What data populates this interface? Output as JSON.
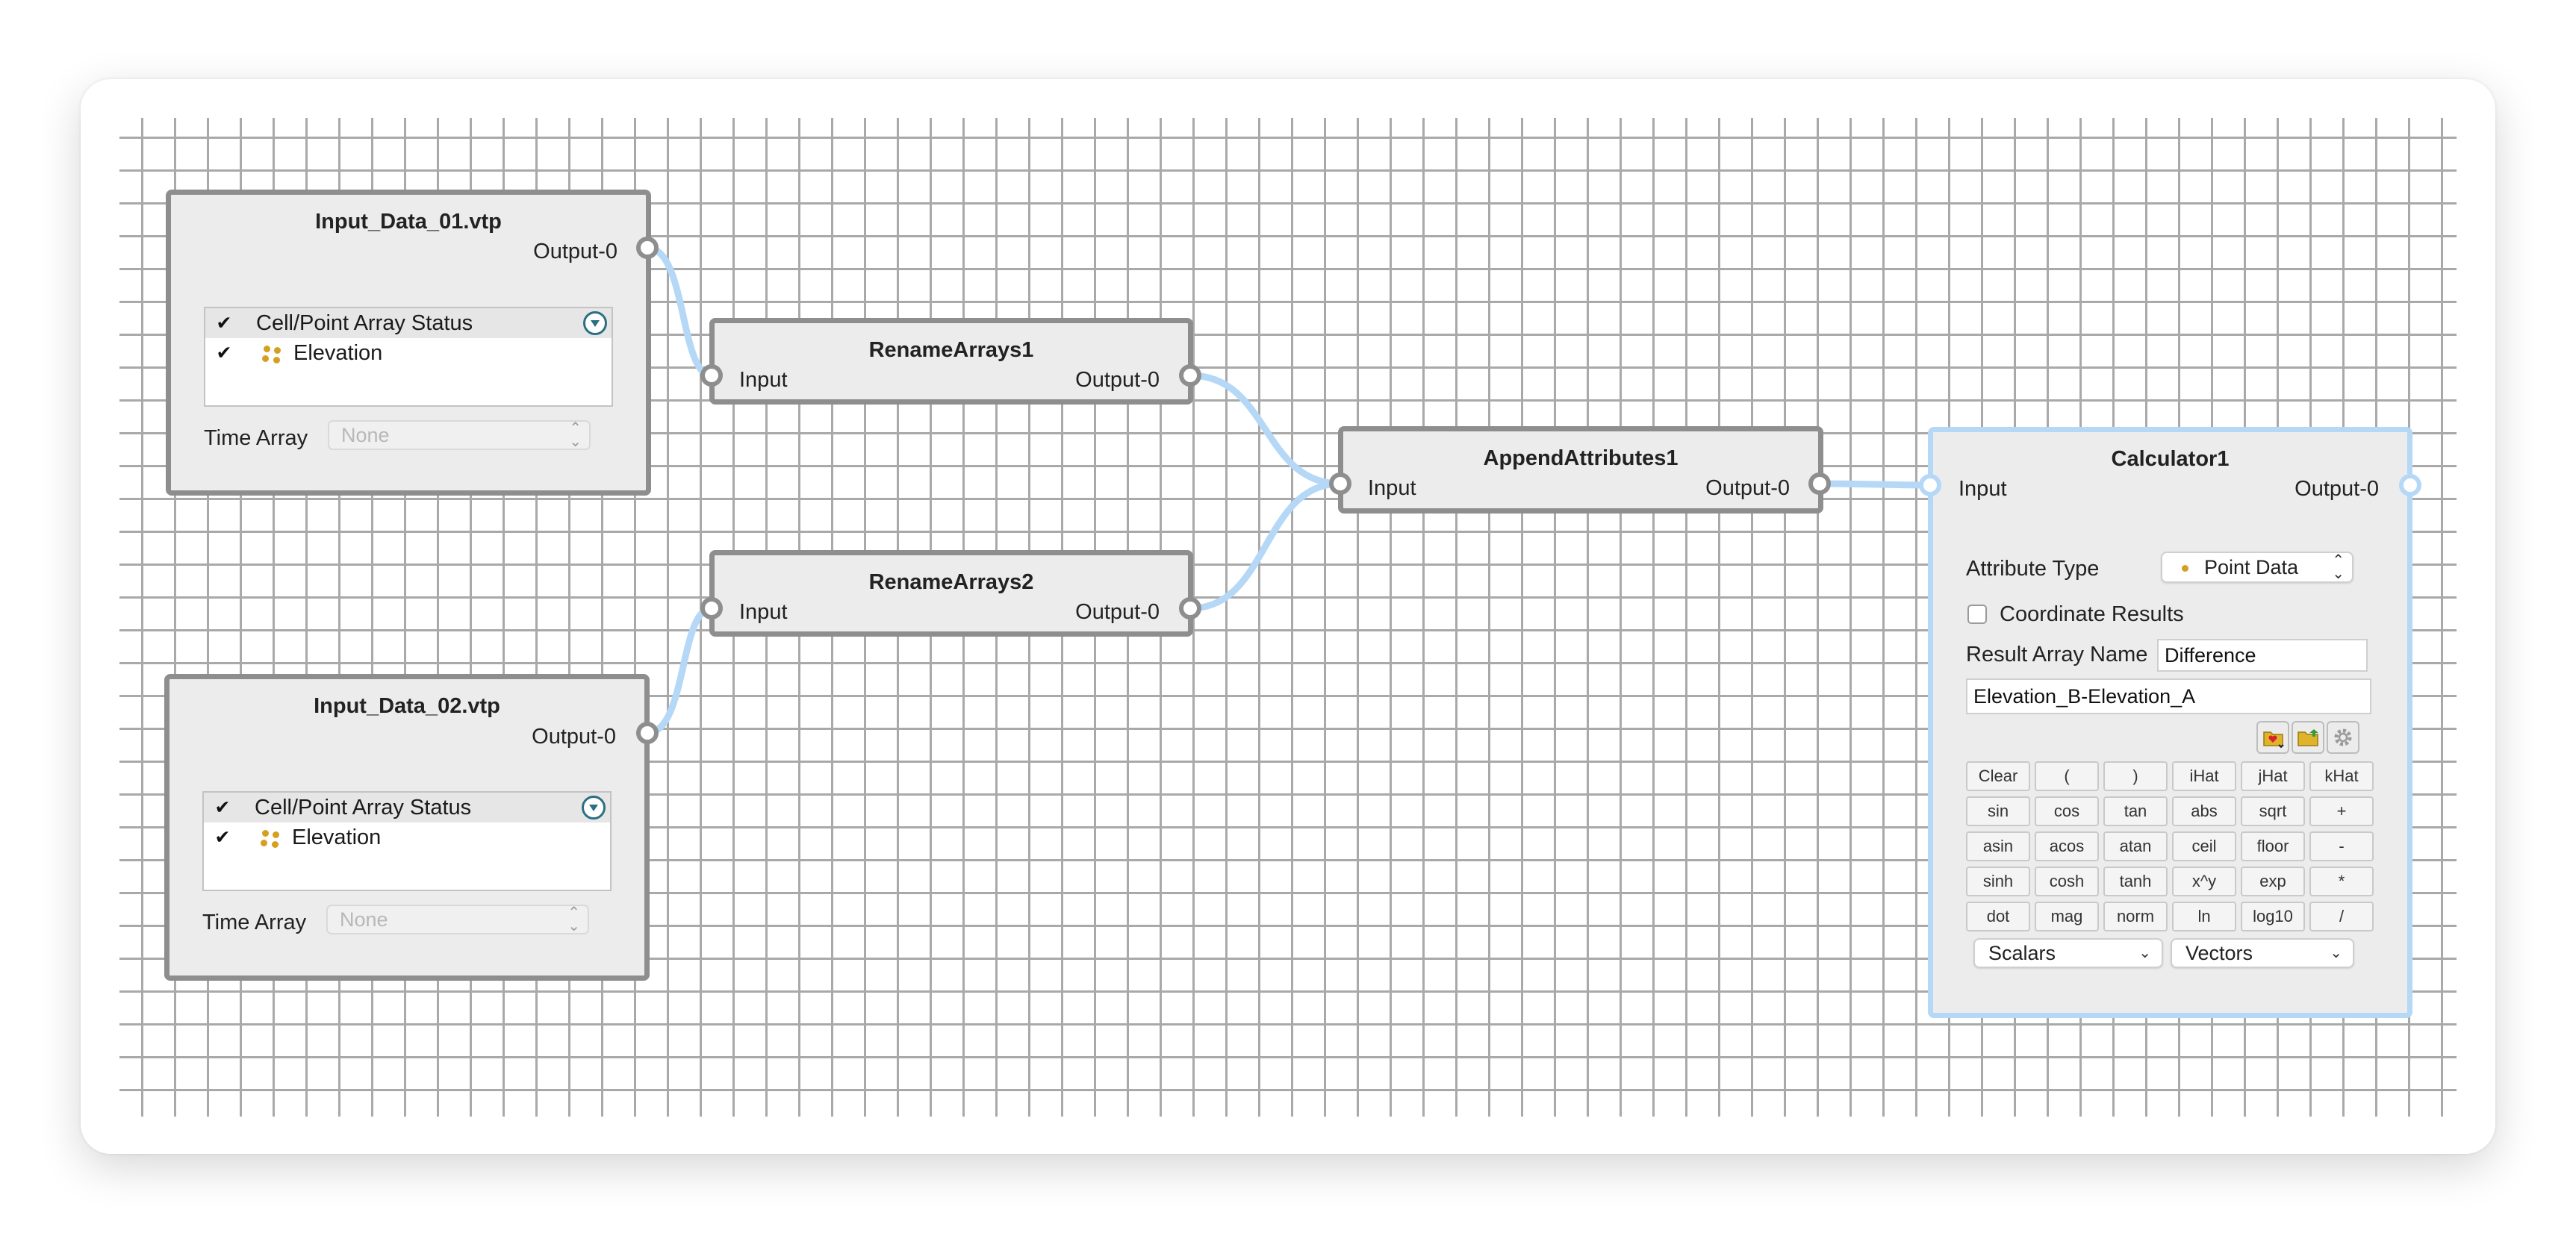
{
  "theme": {
    "node_border": "#8e8e8e",
    "selected_border": "#b5d8f7",
    "wire": "#b5d8f7",
    "grid": "#a9a9a9",
    "point_icon": "#d4a020"
  },
  "nodes": {
    "input1": {
      "title": "Input_Data_01.vtp",
      "output": "Output-0",
      "array_header": "Cell/Point Array Status",
      "array_item": "Elevation",
      "time_label": "Time Array",
      "time_value": "None"
    },
    "input2": {
      "title": "Input_Data_02.vtp",
      "output": "Output-0",
      "array_header": "Cell/Point Array Status",
      "array_item": "Elevation",
      "time_label": "Time Array",
      "time_value": "None"
    },
    "rename1": {
      "title": "RenameArrays1",
      "input": "Input",
      "output": "Output-0"
    },
    "rename2": {
      "title": "RenameArrays2",
      "input": "Input",
      "output": "Output-0"
    },
    "append": {
      "title": "AppendAttributes1",
      "input": "Input",
      "output": "Output-0"
    },
    "calculator": {
      "title": "Calculator1",
      "input": "Input",
      "output": "Output-0",
      "attribute_type_label": "Attribute Type",
      "attribute_type_value": "Point Data",
      "coordinate_results_label": "Coordinate Results",
      "coordinate_results_checked": false,
      "result_array_label": "Result Array Name",
      "result_array_value": "Difference",
      "expression": "Elevation_B-Elevation_A",
      "tools": [
        {
          "icon": "favorites-icon"
        },
        {
          "icon": "folder-icon"
        },
        {
          "icon": "gear-icon"
        }
      ],
      "buttons": [
        [
          "Clear",
          "(",
          ")",
          "iHat",
          "jHat",
          "kHat"
        ],
        [
          "sin",
          "cos",
          "tan",
          "abs",
          "sqrt",
          "+"
        ],
        [
          "asin",
          "acos",
          "atan",
          "ceil",
          "floor",
          "-"
        ],
        [
          "sinh",
          "cosh",
          "tanh",
          "x^y",
          "exp",
          "*"
        ],
        [
          "dot",
          "mag",
          "norm",
          "ln",
          "log10",
          "/"
        ]
      ],
      "scalars_label": "Scalars",
      "vectors_label": "Vectors"
    }
  }
}
